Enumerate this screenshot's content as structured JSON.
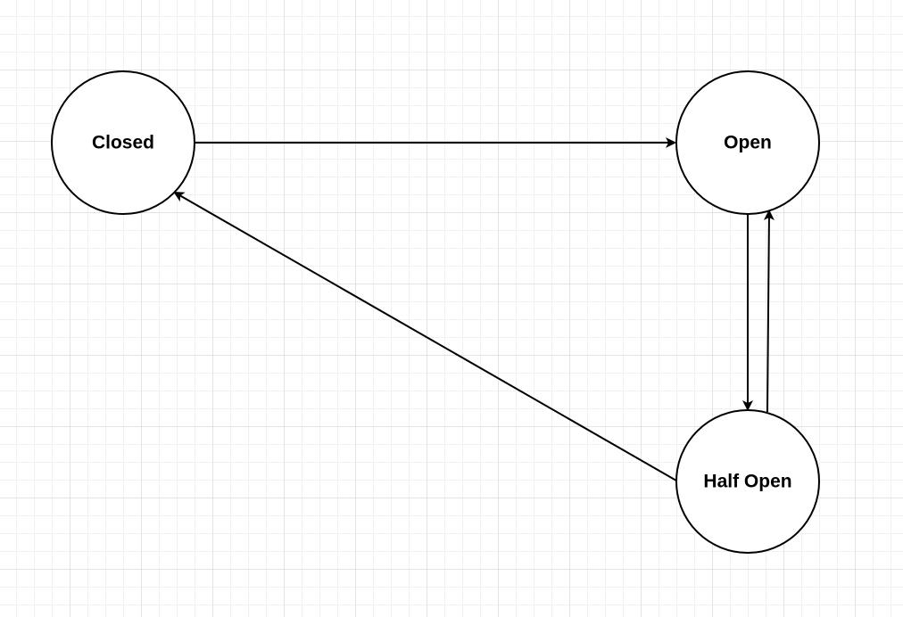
{
  "diagram": {
    "type": "state-diagram",
    "states": [
      {
        "id": "closed",
        "label": "Closed"
      },
      {
        "id": "open",
        "label": "Open"
      },
      {
        "id": "half_open",
        "label": "Half Open"
      }
    ],
    "transitions": [
      {
        "from": "closed",
        "to": "open"
      },
      {
        "from": "open",
        "to": "half_open"
      },
      {
        "from": "half_open",
        "to": "open"
      },
      {
        "from": "half_open",
        "to": "closed"
      }
    ]
  }
}
